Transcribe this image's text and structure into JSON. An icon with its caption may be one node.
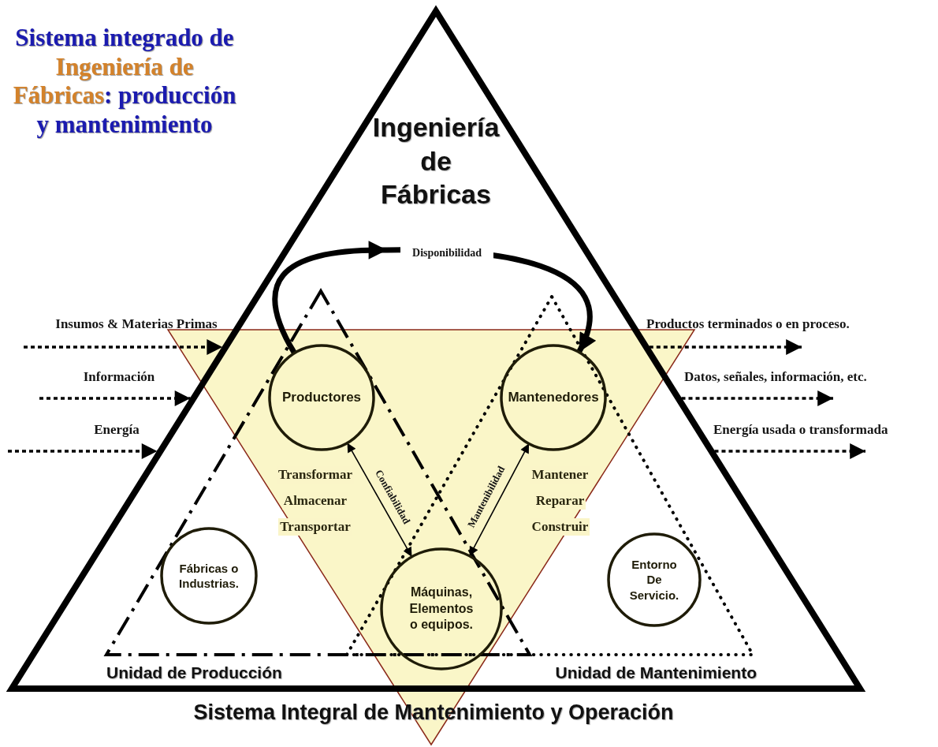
{
  "diagram": {
    "title": "Sistema integrado de **Ingeniería de Fábricas**: producción y mantenimiento",
    "caption": "Sistema Integral de Mantenimiento y Operación",
    "nodes": [
      {
        "text": [
          "Ingeniería de Fábricas"
        ]
      },
      {
        "text": [
          "Unidad de Producción"
        ],
        "in": 0
      },
      {
        "text": [
          "Unidad de Mantenimiento"
        ],
        "in": 0
      },
      {
        "text": [
          "Productores"
        ],
        "in": 1,
        "beside": [
          "Transformar",
          "Almacenar",
          "Transportar"
        ]
      },
      {
        "text": [
          "Mantenedores"
        ],
        "in": 2,
        "beside": [
          "Mantener",
          "Reparar",
          "Construir"
        ]
      },
      {
        "text": [
          "Máquinas, Elementos o equipos."
        ],
        "in": 0
      },
      {
        "text": [
          "Fábricas o Industrias."
        ],
        "in": 1
      },
      {
        "text": [
          "Entorno De Servicio."
        ],
        "in": 2
      }
    ],
    "edges": [
      {
        "from": null,
        "to": 0,
        "arrow": "to",
        "label": "Insumos & Materias Primas",
        "style": "dashed"
      },
      {
        "from": null,
        "to": 0,
        "arrow": "to",
        "label": "Información",
        "style": "dashed"
      },
      {
        "from": null,
        "to": 0,
        "arrow": "to",
        "label": "Energía",
        "style": "dashed"
      },
      {
        "from": 0,
        "to": null,
        "arrow": "to",
        "label": "Productos terminados o en proceso.",
        "style": "dashed"
      },
      {
        "from": 0,
        "to": null,
        "arrow": "to",
        "label": "Datos, señales, información, etc.",
        "style": "dashed"
      },
      {
        "from": 0,
        "to": null,
        "arrow": "to",
        "label": "Energía usada o transformada",
        "style": "dashed"
      },
      {
        "from": 3,
        "to": 4,
        "arrow": "to",
        "label": "Disponibilidad",
        "style": "thick"
      },
      {
        "from": 5,
        "to": 3,
        "arrow": "both",
        "label": "Confiabilidad"
      },
      {
        "from": 5,
        "to": 4,
        "arrow": "both",
        "label": "Mantenibilidad"
      }
    ]
  }
}
